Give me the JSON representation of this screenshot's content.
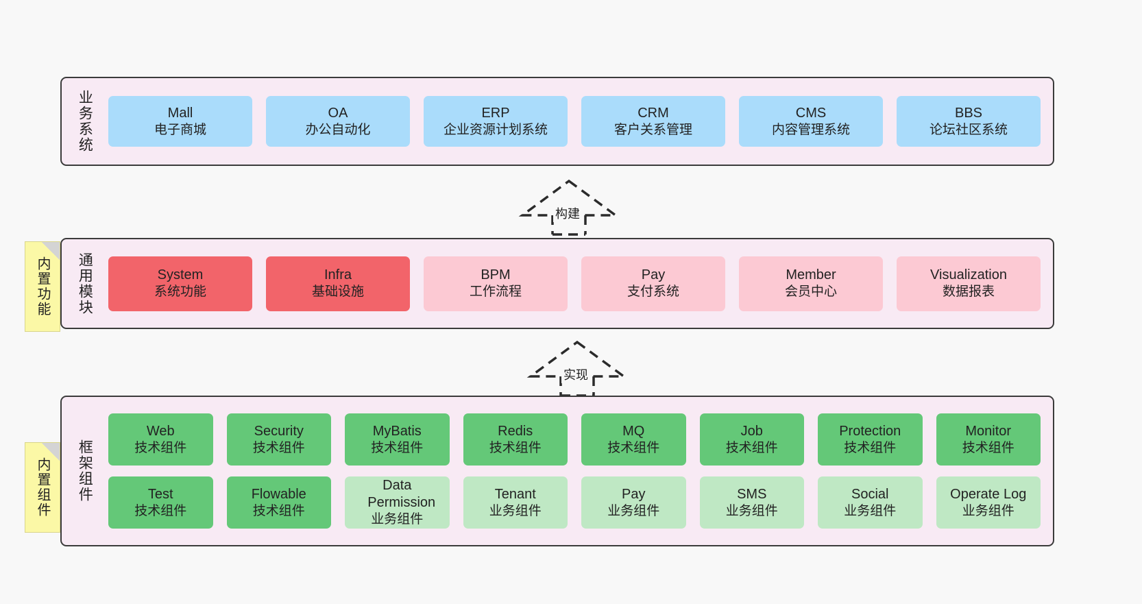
{
  "layers": [
    {
      "id": "business-systems",
      "title": "业务系统",
      "rows": [
        [
          {
            "name": "Mall",
            "sub": "电子商城",
            "color": "#aadcfb",
            "style": "c-blue"
          },
          {
            "name": "OA",
            "sub": "办公自动化",
            "color": "#aadcfb",
            "style": "c-blue"
          },
          {
            "name": "ERP",
            "sub": "企业资源计划系统",
            "color": "#aadcfb",
            "style": "c-blue"
          },
          {
            "name": "CRM",
            "sub": "客户关系管理",
            "color": "#aadcfb",
            "style": "c-blue"
          },
          {
            "name": "CMS",
            "sub": "内容管理系统",
            "color": "#aadcfb",
            "style": "c-blue"
          },
          {
            "name": "BBS",
            "sub": "论坛社区系统",
            "color": "#aadcfb",
            "style": "c-blue"
          }
        ]
      ]
    },
    {
      "id": "common-modules",
      "title": "通用模块",
      "rows": [
        [
          {
            "name": "System",
            "sub": "系统功能",
            "color": "#f2646a",
            "style": "c-red"
          },
          {
            "name": "Infra",
            "sub": "基础设施",
            "color": "#f2646a",
            "style": "c-red"
          },
          {
            "name": "BPM",
            "sub": "工作流程",
            "color": "#fcc9d3",
            "style": "c-pink"
          },
          {
            "name": "Pay",
            "sub": "支付系统",
            "color": "#fcc9d3",
            "style": "c-pink"
          },
          {
            "name": "Member",
            "sub": "会员中心",
            "color": "#fcc9d3",
            "style": "c-pink"
          },
          {
            "name": "Visualization",
            "sub": "数据报表",
            "color": "#fcc9d3",
            "style": "c-pink"
          }
        ]
      ]
    },
    {
      "id": "framework-components",
      "title": "框架组件",
      "rows": [
        [
          {
            "name": "Web",
            "sub": "技术组件",
            "color": "#64c878",
            "style": "c-green"
          },
          {
            "name": "Security",
            "sub": "技术组件",
            "color": "#64c878",
            "style": "c-green"
          },
          {
            "name": "MyBatis",
            "sub": "技术组件",
            "color": "#64c878",
            "style": "c-green"
          },
          {
            "name": "Redis",
            "sub": "技术组件",
            "color": "#64c878",
            "style": "c-green"
          },
          {
            "name": "MQ",
            "sub": "技术组件",
            "color": "#64c878",
            "style": "c-green"
          },
          {
            "name": "Job",
            "sub": "技术组件",
            "color": "#64c878",
            "style": "c-green"
          },
          {
            "name": "Protection",
            "sub": "技术组件",
            "color": "#64c878",
            "style": "c-green"
          },
          {
            "name": "Monitor",
            "sub": "技术组件",
            "color": "#64c878",
            "style": "c-green"
          }
        ],
        [
          {
            "name": "Test",
            "sub": "技术组件",
            "color": "#64c878",
            "style": "c-green"
          },
          {
            "name": "Flowable",
            "sub": "技术组件",
            "color": "#64c878",
            "style": "c-green"
          },
          {
            "name": "Data Permission",
            "sub": "业务组件",
            "color": "#bfe8c4",
            "style": "c-lightgreen"
          },
          {
            "name": "Tenant",
            "sub": "业务组件",
            "color": "#bfe8c4",
            "style": "c-lightgreen"
          },
          {
            "name": "Pay",
            "sub": "业务组件",
            "color": "#bfe8c4",
            "style": "c-lightgreen"
          },
          {
            "name": "SMS",
            "sub": "业务组件",
            "color": "#bfe8c4",
            "style": "c-lightgreen"
          },
          {
            "name": "Social",
            "sub": "业务组件",
            "color": "#bfe8c4",
            "style": "c-lightgreen"
          },
          {
            "name": "Operate Log",
            "sub": "业务组件",
            "color": "#bfe8c4",
            "style": "c-lightgreen"
          }
        ]
      ]
    }
  ],
  "notes": [
    {
      "id": "builtin-features",
      "text": "内置功能"
    },
    {
      "id": "builtin-components",
      "text": "内置组件"
    }
  ],
  "connectors": [
    {
      "id": "build",
      "label": "构建"
    },
    {
      "id": "implement",
      "label": "实现"
    }
  ],
  "colors": {
    "layer_background": "#f8eaf4",
    "layer_border": "#3b3b3b",
    "note_background": "#fbf8a6",
    "canvas_background": "#f8f8f8",
    "text": "#222222"
  }
}
